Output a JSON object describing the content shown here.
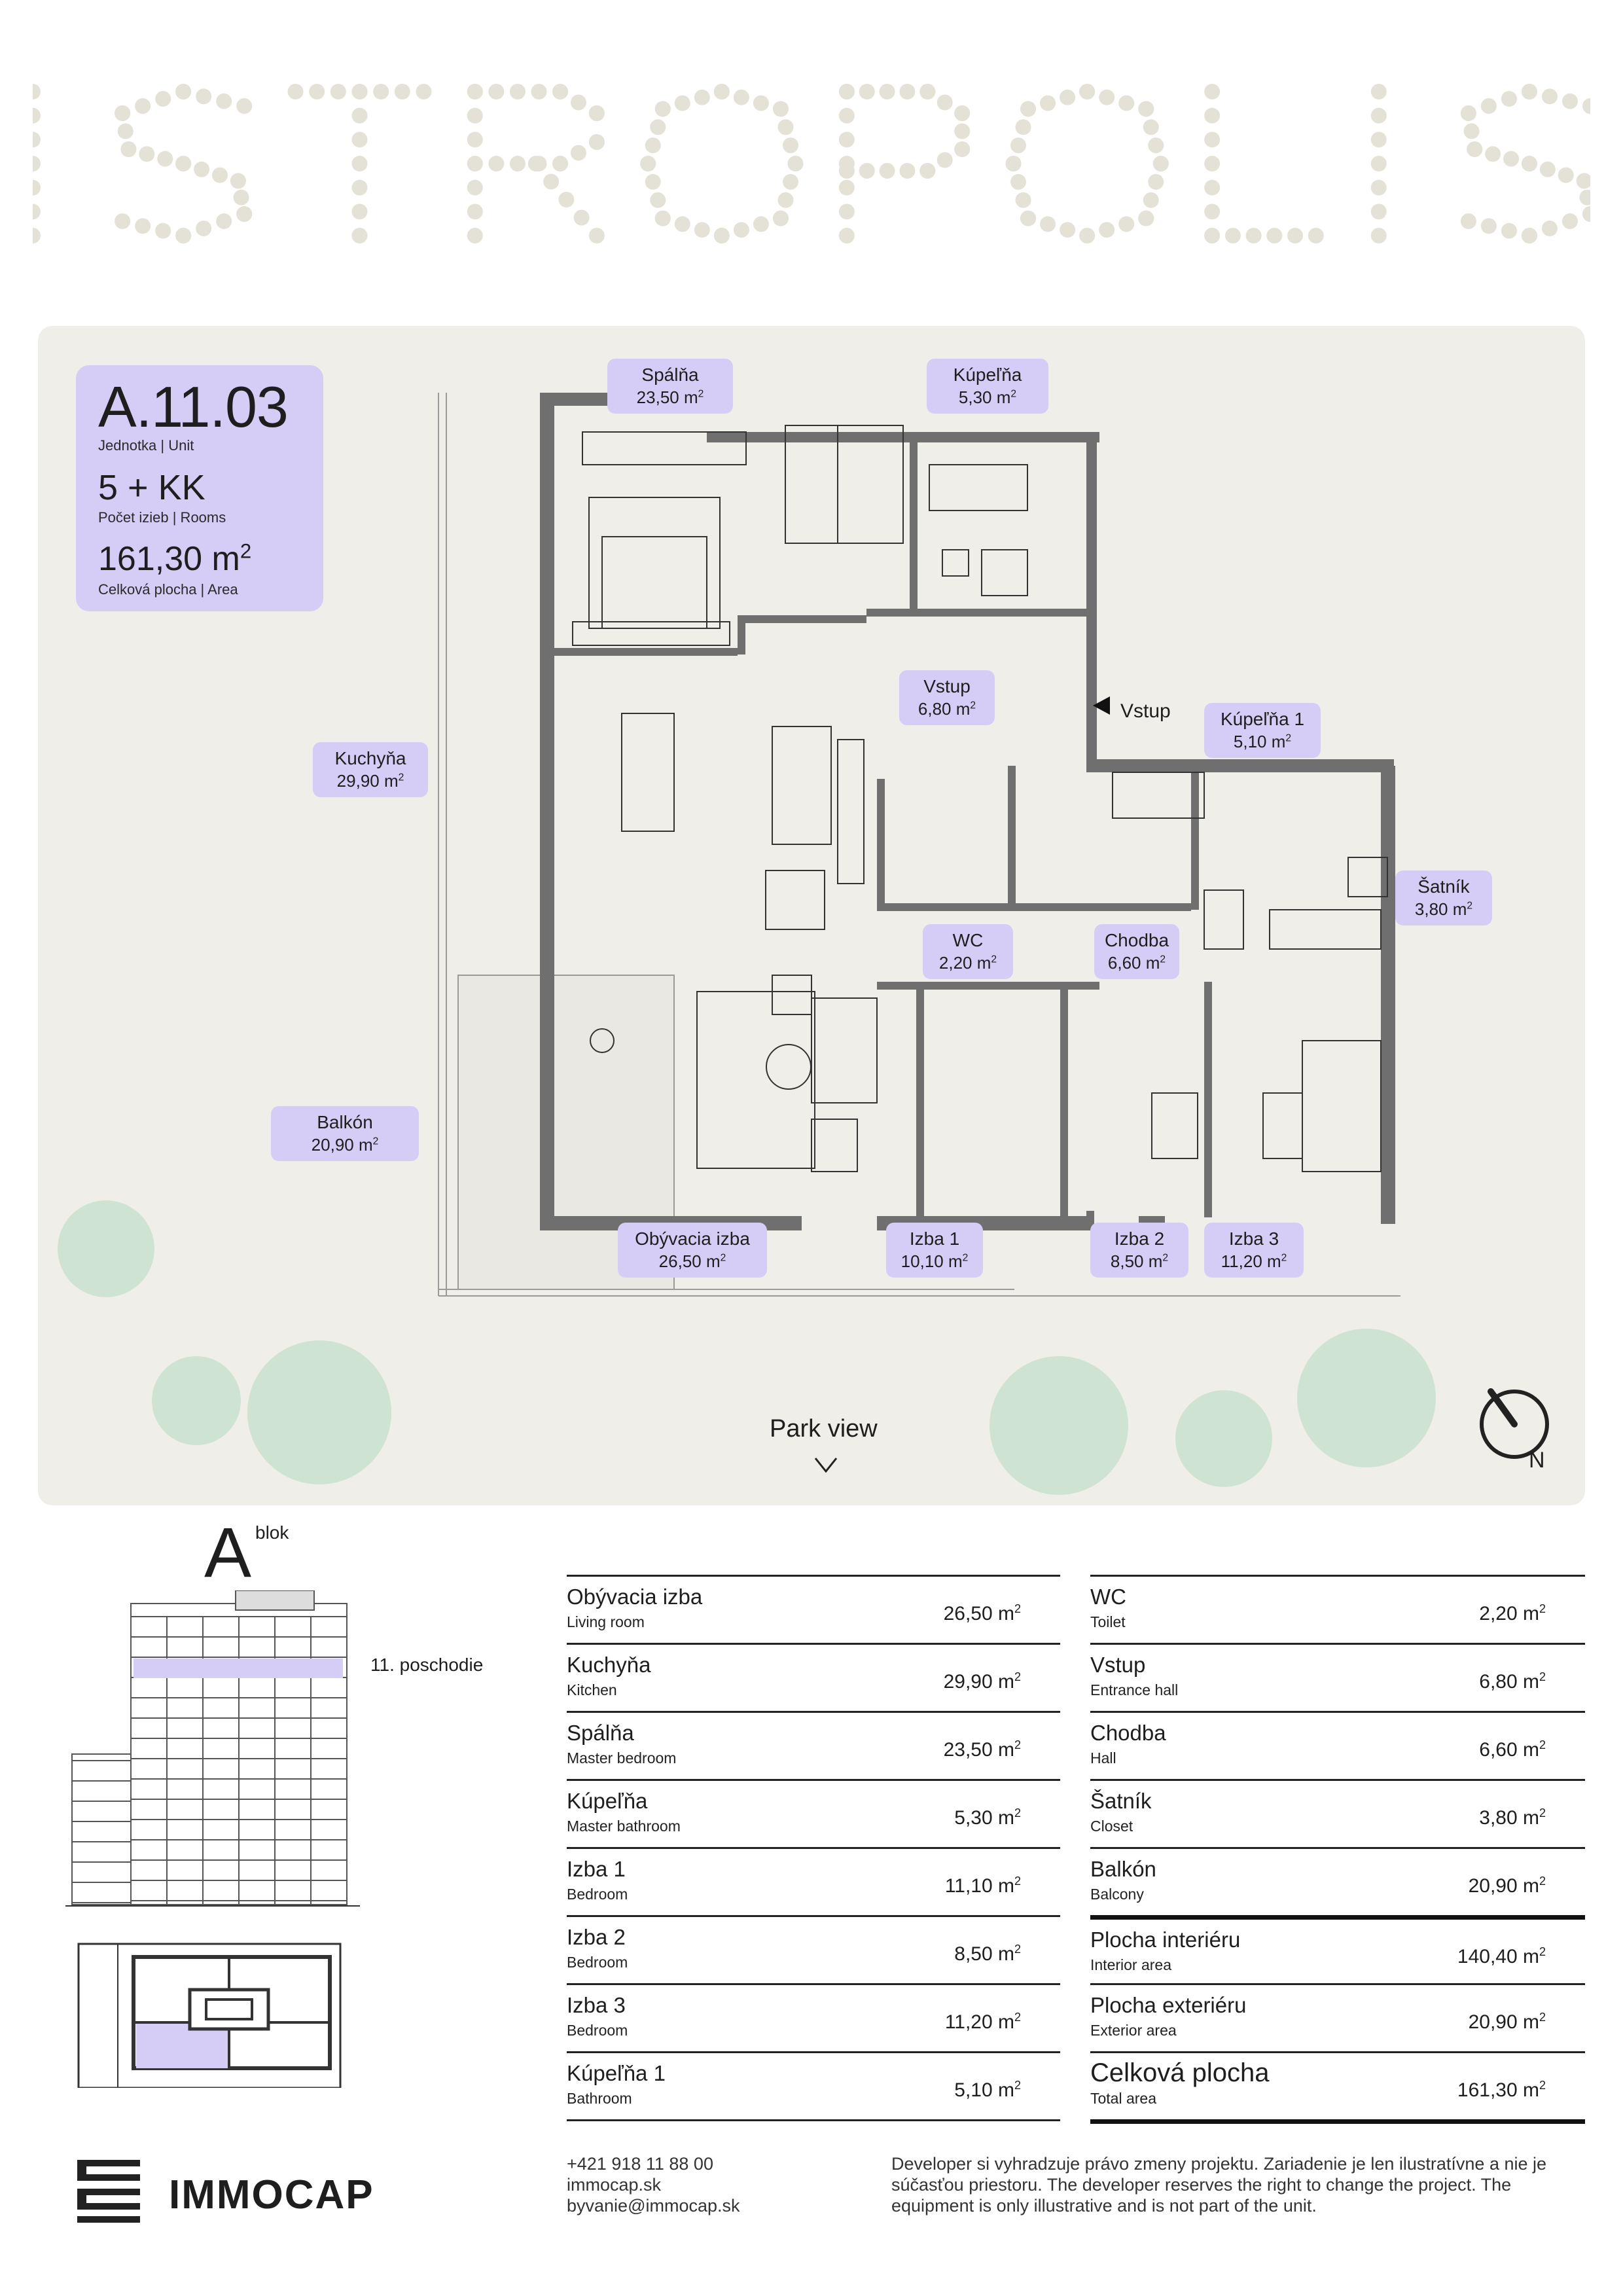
{
  "brand": {
    "logo_text": "ISTROPOLIS",
    "company": "IMMOCAP"
  },
  "unit": {
    "code": "A.11.03",
    "code_label": "Jednotka | Unit",
    "rooms": "5 + KK",
    "rooms_label": "Počet izieb | Rooms",
    "area": "161,30 m",
    "area_label": "Celková plocha | Area"
  },
  "plan_labels": {
    "spalna": {
      "name": "Spálňa",
      "area": "23,50 m"
    },
    "kupelna": {
      "name": "Kúpeľňa",
      "area": "5,30 m"
    },
    "vstup": {
      "name": "Vstup",
      "area": "6,80 m"
    },
    "entrance_marker": "Vstup",
    "kupelna1": {
      "name": "Kúpeľňa 1",
      "area": "5,10 m"
    },
    "kuchyna": {
      "name": "Kuchyňa",
      "area": "29,90 m"
    },
    "satnik": {
      "name": "Šatník",
      "area": "3,80 m"
    },
    "wc": {
      "name": "WC",
      "area": "2,20 m"
    },
    "chodba": {
      "name": "Chodba",
      "area": "6,60 m"
    },
    "balkon": {
      "name": "Balkón",
      "area": "20,90 m"
    },
    "obyvacia": {
      "name": "Obývacia izba",
      "area": "26,50 m"
    },
    "izba1": {
      "name": "Izba 1",
      "area": "10,10 m"
    },
    "izba2": {
      "name": "Izba 2",
      "area": "8,50 m"
    },
    "izba3": {
      "name": "Izba 3",
      "area": "11,20 m"
    },
    "park_view": "Park view",
    "north": "N"
  },
  "building": {
    "block_letter": "A",
    "block_word": "blok",
    "floor": "11. poschodie"
  },
  "table_left": [
    {
      "sk": "Obývacia izba",
      "en": "Living room",
      "value": "26,50 m"
    },
    {
      "sk": "Kuchyňa",
      "en": "Kitchen",
      "value": "29,90 m"
    },
    {
      "sk": "Spálňa",
      "en": "Master bedroom",
      "value": "23,50 m"
    },
    {
      "sk": "Kúpeľňa",
      "en": "Master bathroom",
      "value": "5,30 m"
    },
    {
      "sk": "Izba 1",
      "en": "Bedroom",
      "value": "11,10 m"
    },
    {
      "sk": "Izba 2",
      "en": "Bedroom",
      "value": "8,50 m"
    },
    {
      "sk": "Izba 3",
      "en": "Bedroom",
      "value": "11,20 m"
    },
    {
      "sk": "Kúpeľňa 1",
      "en": "Bathroom",
      "value": "5,10 m"
    }
  ],
  "table_right": [
    {
      "sk": "WC",
      "en": "Toilet",
      "value": "2,20 m"
    },
    {
      "sk": "Vstup",
      "en": "Entrance hall",
      "value": "6,80 m"
    },
    {
      "sk": "Chodba",
      "en": "Hall",
      "value": "6,60 m"
    },
    {
      "sk": "Šatník",
      "en": "Closet",
      "value": "3,80 m"
    },
    {
      "sk": "Balkón",
      "en": "Balcony",
      "value": "20,90 m"
    },
    {
      "sk": "Plocha interiéru",
      "en": "Interior area",
      "value": "140,40 m"
    },
    {
      "sk": "Plocha exteriéru",
      "en": "Exterior area",
      "value": "20,90 m"
    },
    {
      "sk": "Celková plocha",
      "en": "Total area",
      "value": "161,30 m"
    }
  ],
  "contact": {
    "phone": "+421 918 11 88 00",
    "web": "immocap.sk",
    "email": "byvanie@immocap.sk"
  },
  "disclaimer": "Developer si vyhradzuje právo zmeny projektu. Zariadenie je len ilustratívne a nie je súčasťou priestoru. The developer reserves the right to change the project. The equipment is only illustrative and is not part of the unit.",
  "colors": {
    "accent": "#d6cdf6",
    "panel": "#efeee9",
    "tree": "#cfe3d2",
    "logo_dots": "#e4e2d6"
  }
}
